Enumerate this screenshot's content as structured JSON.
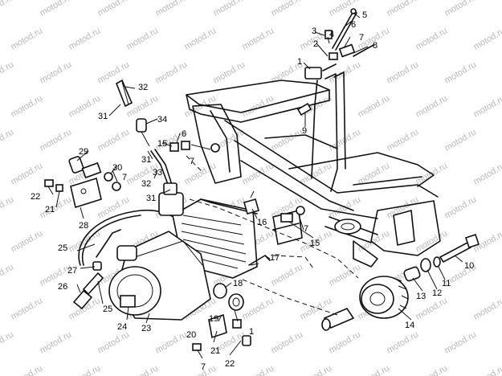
{
  "watermark": "motod.ru",
  "callouts": [
    "1",
    "2",
    "3",
    "4",
    "5",
    "6",
    "7",
    "8",
    "9",
    "10",
    "11",
    "12",
    "13",
    "14",
    "15",
    "16",
    "17",
    "18",
    "19",
    "20",
    "21",
    "22",
    "23",
    "24",
    "25",
    "26",
    "27",
    "28",
    "29",
    "30",
    "31",
    "32",
    "33",
    "34"
  ]
}
